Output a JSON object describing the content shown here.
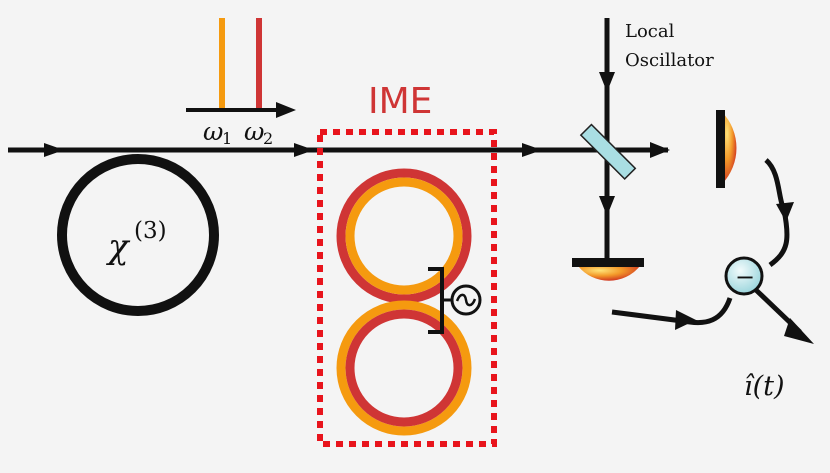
{
  "labels": {
    "chi_base": "χ",
    "chi_exp": "(3)",
    "omega1_base": "ω",
    "omega1_sub": "1",
    "omega2_base": "ω",
    "omega2_sub": "2",
    "ime": "IME",
    "local_line1": "Local",
    "local_line2": "Oscillator",
    "subtract_symbol": "−",
    "output_current": "î(t)",
    "ac_source_symbol": "~"
  },
  "colors": {
    "line": "#111111",
    "orange": "#f59a0f",
    "red": "#cf3535",
    "beamsplitter": "#a9dee3",
    "background": "#f4f4f4"
  }
}
